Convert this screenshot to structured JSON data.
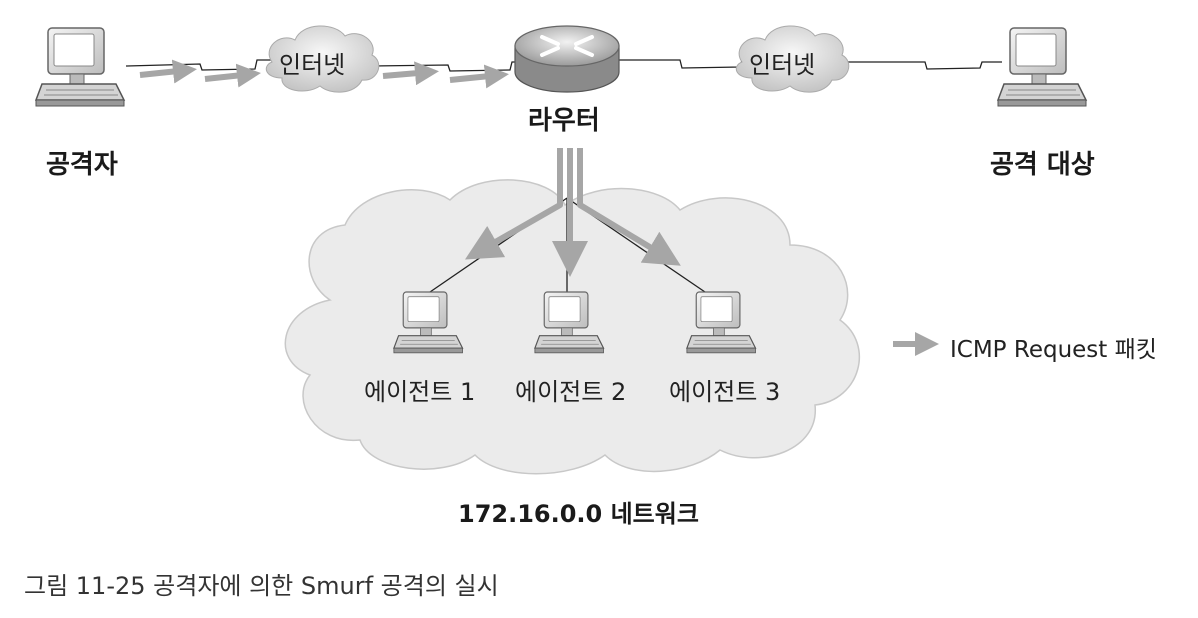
{
  "nodes": {
    "attacker": "공격자",
    "router": "라우터",
    "target": "공격 대상",
    "internet_left": "인터넷",
    "internet_right": "인터넷",
    "agents": [
      "에이전트 1",
      "에이전트 2",
      "에이전트 3"
    ],
    "network": "172.16.0.0 네트워크"
  },
  "legend": {
    "icmp_request": "ICMP Request 패킷"
  },
  "caption": "그림 11-25  공격자에 의한 Smurf 공격의 실시",
  "colors": {
    "arrow": "#a6a6a6",
    "cloud": "#ebebeb",
    "line": "#222222"
  },
  "icons": {
    "computer": "computer-icon",
    "router": "router-icon",
    "cloud": "cloud-icon"
  }
}
